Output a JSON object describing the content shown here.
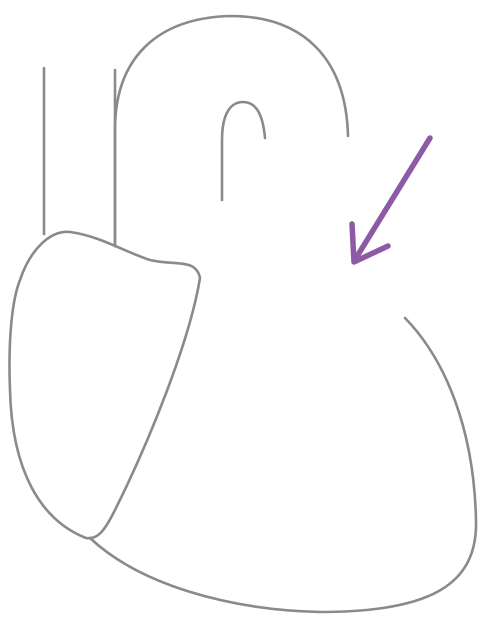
{
  "colors": {
    "background": "#ffffff",
    "outline": "#8a8a8a",
    "arrow": "#8d5aa6"
  },
  "diagram": {
    "subject": "heart-outline",
    "parts": [
      "superior-vena-cava",
      "aortic-arch",
      "aortic-arch-inner",
      "right-atrium",
      "ventricles"
    ],
    "pointer": "arrow"
  }
}
